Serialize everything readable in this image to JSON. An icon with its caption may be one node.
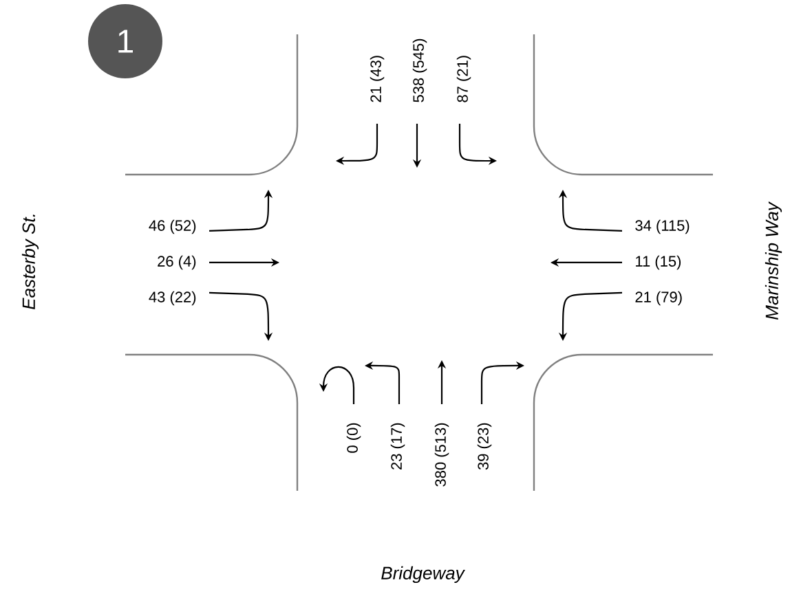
{
  "diagram": {
    "nodes": [
      {
        "text": [
          "1"
        ]
      }
    ],
    "labels": [
      "21 (43)",
      "538 (545)",
      "87 (21)",
      "Easterby St.",
      "46 (52)",
      "34 (115)",
      "Marinship Way",
      "26 (4)",
      "11 (15)",
      "43 (22)",
      "21 (79)",
      "0 (0)",
      "23 (17)",
      "380 (513)",
      "39 (23)",
      "Bridgeway"
    ]
  }
}
